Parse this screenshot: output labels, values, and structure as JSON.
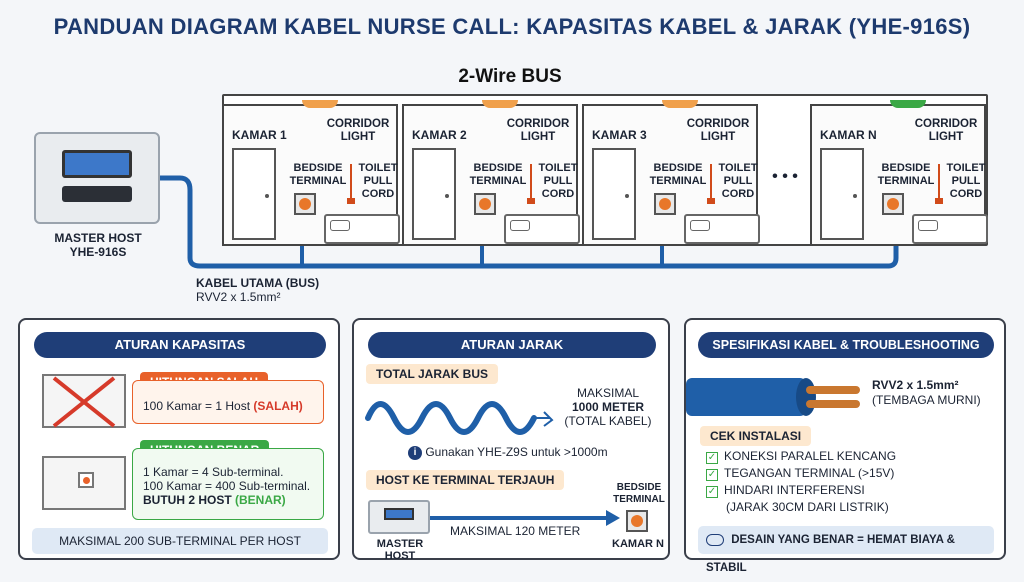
{
  "title": "PANDUAN DIAGRAM KABEL NURSE CALL: KAPASITAS KABEL & JARAK (YHE-916S)",
  "bus_label": "2-Wire BUS",
  "master": {
    "name": "MASTER HOST",
    "model": "YHE-916S"
  },
  "main_cable": {
    "label": "KABEL UTAMA (BUS)",
    "spec": "RVV2 x 1.5mm²"
  },
  "rooms": [
    {
      "name": "KAMAR 1",
      "corridor_light": "CORRIDOR LIGHT",
      "bedside": "BEDSIDE TERMINAL",
      "toilet": "TOILET PULL CORD",
      "light_color": "#f0a04b"
    },
    {
      "name": "KAMAR 2",
      "corridor_light": "CORRIDOR LIGHT",
      "bedside": "BEDSIDE TERMINAL",
      "toilet": "TOILET PULL CORD",
      "light_color": "#f0a04b"
    },
    {
      "name": "KAMAR 3",
      "corridor_light": "CORRIDOR LIGHT",
      "bedside": "BEDSIDE TERMINAL",
      "toilet": "TOILET PULL CORD",
      "light_color": "#f0a04b"
    },
    {
      "name": "KAMAR N",
      "corridor_light": "CORRIDOR LIGHT",
      "bedside": "BEDSIDE TERMINAL",
      "toilet": "TOILET PULL CORD",
      "light_color": "#3aa845"
    }
  ],
  "ellipsis": "• • •",
  "capacity": {
    "heading": "ATURAN KAPASITAS",
    "wrong_tag": "HITUNGAN SALAH",
    "wrong_text": "100 Kamar = 1 Host",
    "wrong_note": "(SALAH)",
    "right_tag": "HITUNGAN BENAR",
    "right_line1": "1 Kamar = 4 Sub-terminal.",
    "right_line2": "100 Kamar = 400 Sub-terminal.",
    "right_line3": "BUTUH 2 HOST",
    "right_note": "(BENAR)",
    "footer": "MAKSIMAL 200 SUB-TERMINAL PER HOST"
  },
  "distance": {
    "heading": "ATURAN JARAK",
    "total_tag": "TOTAL JARAK BUS",
    "max_line1": "MAKSIMAL",
    "max_line2": "1000 METER",
    "max_line3": "(TOTAL KABEL)",
    "info": "Gunakan YHE-Z9S untuk >1000m",
    "host_tag": "HOST KE TERMINAL TERJAUH",
    "arrow_label": "MAKSIMAL 120 METER",
    "host_label": "MASTER HOST",
    "bedside_label": "BEDSIDE TERMINAL",
    "room_label": "KAMAR N"
  },
  "spec": {
    "heading": "SPESIFIKASI KABEL & TROUBLESHOOTING",
    "cable_line1": "RVV2 x 1.5mm²",
    "cable_line2": "(TEMBAGA MURNI)",
    "check_tag": "CEK INSTALASI",
    "checks": [
      "KONEKSI PARALEL KENCANG",
      "TEGANGAN TERMINAL (>15V)",
      "HINDARI INTERFERENSI"
    ],
    "check_note": "(JARAK 30CM DARI LISTRIK)",
    "footer": "DESAIN YANG BENAR = HEMAT BIAYA & STABIL"
  },
  "colors": {
    "navy": "#1f3e78",
    "bus_blue": "#1f5fa8",
    "wrong": "#e8612a",
    "right": "#3aa845",
    "accent_orange": "#f0a04b"
  }
}
